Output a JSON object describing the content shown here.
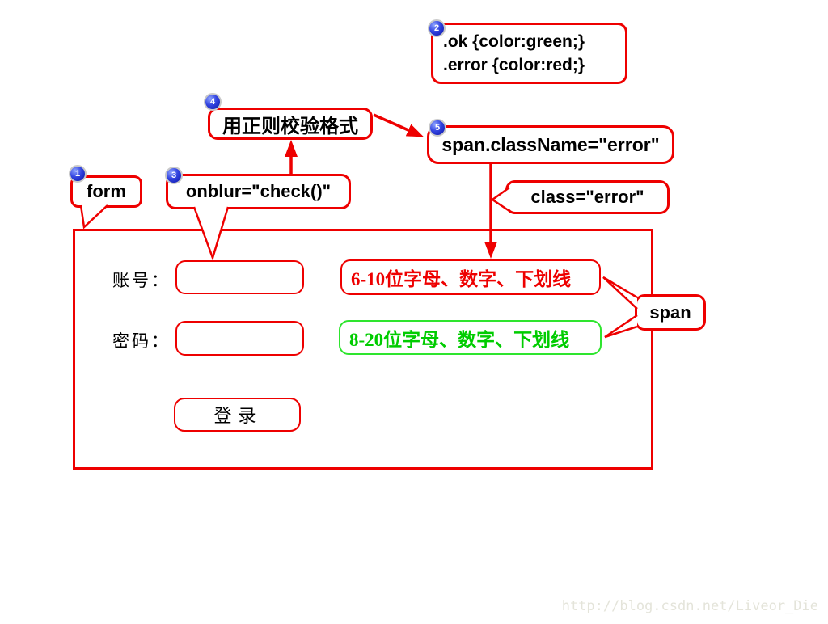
{
  "watermark": "http://blog.csdn.net/Liveor_Die",
  "colors": {
    "accent_red": "#ee0000",
    "ok_green_border": "#2ee52e",
    "ok_green_text": "#00cc00",
    "badge_blue": "#1a2bd0",
    "text_black": "#000000",
    "watermark_gray": "#e4e4da"
  },
  "badges": {
    "form": "1",
    "css": "2",
    "onblur": "3",
    "regex": "4",
    "classname": "5"
  },
  "callouts": {
    "form_label": "form",
    "css_line1": ".ok {color:green;}",
    "css_line2": ".error {color:red;}",
    "onblur_label": "onblur=\"check()\"",
    "regex_label": "用正则校验格式",
    "classname_label": "span.className=\"error\"",
    "class_attr_label": "class=\"error\"",
    "span_label": "span"
  },
  "form": {
    "account_label": "账号：",
    "password_label": "密码：",
    "account_value": "",
    "password_value": "",
    "account_hint": "6-10位字母、数字、下划线",
    "password_hint": "8-20位字母、数字、下划线",
    "login_label": "登录"
  }
}
